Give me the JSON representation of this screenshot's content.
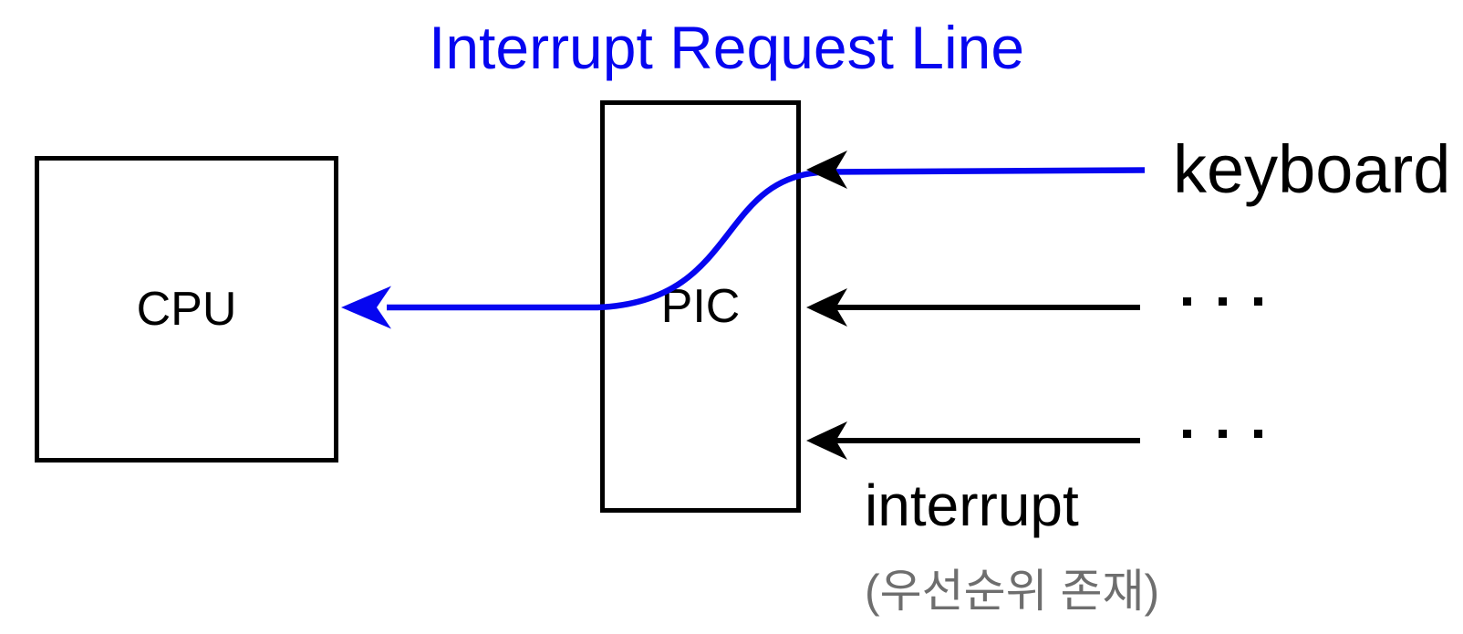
{
  "title": "Interrupt Request Line",
  "nodes": {
    "cpu": "CPU",
    "pic": "PIC"
  },
  "sources": {
    "keyboard": "keyboard",
    "ellipsis_row1": ". . .",
    "ellipsis_row2": ". . ."
  },
  "annotations": {
    "interrupt": "interrupt",
    "interrupt_note": "(우선순위 존재)"
  },
  "edges": [
    {
      "from": "keyboard",
      "to": "PIC",
      "line_color": "#0606F0",
      "arrowhead_color": "#000000"
    },
    {
      "from": ". . .",
      "to": "PIC",
      "line_color": "#000000",
      "arrowhead_color": "#000000"
    },
    {
      "from": ". . .",
      "to": "PIC",
      "line_color": "#000000",
      "arrowhead_color": "#000000"
    },
    {
      "from": "PIC",
      "to": "CPU",
      "line_color": "#0606F0",
      "arrowhead_color": "#0606F0"
    }
  ],
  "colors": {
    "accent_blue": "#0606F0",
    "black": "#000000",
    "note_gray": "#6E6E6E",
    "background": "#FFFFFF"
  }
}
